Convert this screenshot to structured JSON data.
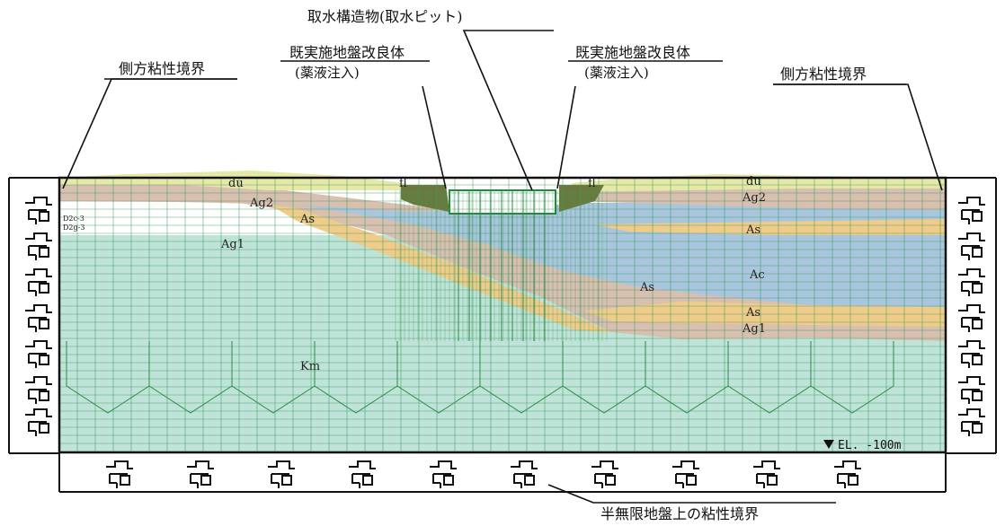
{
  "labels": {
    "intake_structure": "取水構造物(取水ピット)",
    "left_improved": "既実施地盤改良体",
    "left_improved_sub": "(薬液注入)",
    "right_improved": "既実施地盤改良体",
    "right_improved_sub": "(薬液注入)",
    "left_boundary": "側方粘性境界",
    "right_boundary": "側方粘性境界",
    "bottom_boundary": "半無限地盤上の粘性境界",
    "elevation": "EL. -100m"
  },
  "soil_labels": {
    "du_left": "du",
    "du_right": "du",
    "fl_left": "fl",
    "fl_right": "fl",
    "ag2_left": "Ag2",
    "ag2_right": "Ag2",
    "as_left": "As",
    "as_right_upper": "As",
    "as_mid": "As",
    "as_right_lower": "As",
    "ag1_left": "Ag1",
    "ag1_right": "Ag1",
    "ac": "Ac",
    "km": "Km",
    "small_1": "D2c-3",
    "small_2": "D2g-3"
  },
  "colors": {
    "du": "#e6e8a8",
    "ag": "#d8bfb0",
    "as": "#f0cc8a",
    "ac": "#a9c6de",
    "km": "#bfe3d8",
    "improved": "#6b7a3c",
    "mesh": "#50b06a",
    "frame": "#111111"
  }
}
